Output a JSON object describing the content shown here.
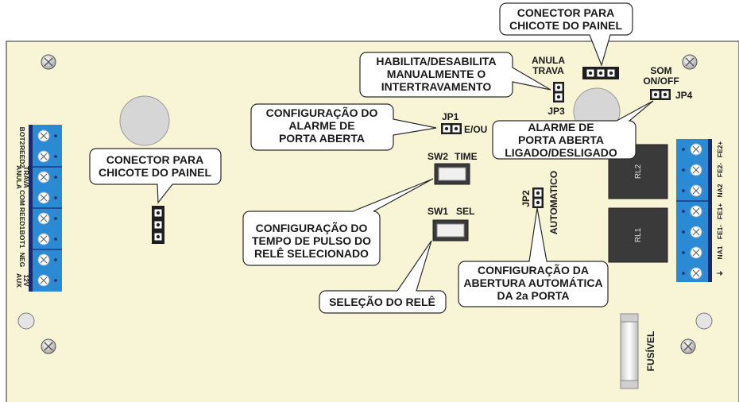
{
  "callouts": {
    "conector_top": [
      "CONECTOR PARA",
      "CHICOTE DO PAINEL"
    ],
    "conector_left": [
      "CONECTOR PARA",
      "CHICOTE DO PAINEL"
    ],
    "habilita": [
      "HABILITA/DESABILITA",
      "MANUALMENTE O",
      "INTERTRAVAMENTO"
    ],
    "config_alarme": [
      "CONFIGURAÇÃO DO",
      "ALARME DE",
      "PORTA ABERTA"
    ],
    "alarme_porta": [
      "ALARME DE",
      "PORTA ABERTA",
      "LIGADO/DESLIGADO"
    ],
    "tempo_pulso": [
      "CONFIGURAÇÃO DO",
      "TEMPO DE PULSO DO",
      "RELÊ SELECIONADO"
    ],
    "selecao_rele": [
      "SELEÇÃO DO RELÊ"
    ],
    "abertura_auto": [
      "CONFIGURAÇÃO DA",
      "ABERTURA AUTOMÁTICA",
      "DA 2a PORTA"
    ]
  },
  "labels": {
    "anula_trava": [
      "ANULA",
      "TRAVA"
    ],
    "jp3": "JP3",
    "som_onoff": [
      "SOM",
      "ON/OFF"
    ],
    "jp4": "JP4",
    "jp1": "JP1",
    "e_ou": "E/OU",
    "sw2": "SW2",
    "time": "TIME",
    "sw1": "SW1",
    "sel": "SEL",
    "jp2": "JP2",
    "automatico": "AUTOMATICO",
    "fusivel": "FUSÍVEL",
    "rl1": "RL1",
    "rl2": "RL2"
  },
  "left_terminal_labels": [
    [
      "BOT2"
    ],
    [
      "REED2"
    ],
    [
      "ANULA",
      "TRAVA"
    ],
    [
      "COM"
    ],
    [
      "REED1"
    ],
    [
      "BOT1"
    ],
    [
      "NEG"
    ],
    [
      "AUX",
      "12V"
    ]
  ],
  "right_terminal_labels": [
    "FE2+",
    "FE2-",
    "NA2",
    "FE1+",
    "FE1-",
    "NA1",
    "⏚"
  ],
  "colors": {
    "board": "#f8f4d6",
    "terminal_blue": "#2a8ad4",
    "terminal_edge": "#1b2a6b",
    "relay": "#3a3a3a"
  }
}
